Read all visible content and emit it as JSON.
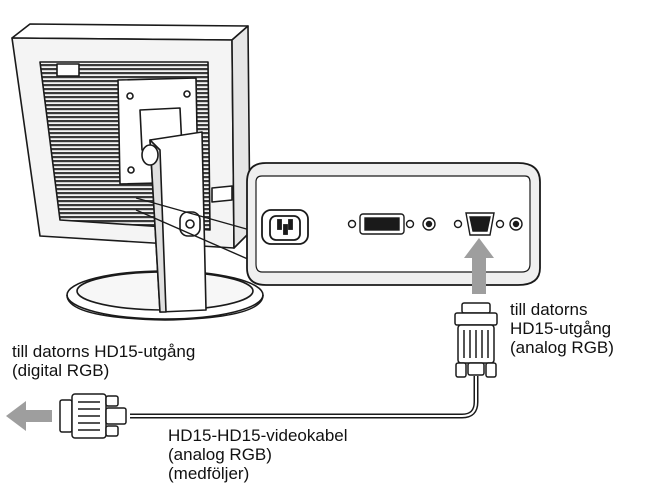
{
  "labels": {
    "right_connector": [
      "till datorns",
      "HD15-utgång",
      "(analog RGB)"
    ],
    "left_connector": [
      "till datorns HD15-utgång",
      "(digital RGB)"
    ],
    "cable": [
      "HD15-HD15-videokabel",
      "(analog RGB)",
      "(medföljer)"
    ]
  },
  "colors": {
    "line": "#1a1a1a",
    "monitor_fill": "#f4f4f4",
    "vent_fill": "#3a3a3a",
    "panel_fill": "#efefef",
    "arrow_fill": "#9e9e9e"
  },
  "icons": [
    "monitor-rear-icon",
    "power-socket-icon",
    "dvi-port-icon",
    "hd15-port-icon",
    "hd15-plug-icon",
    "arrow-up-icon",
    "arrow-left-icon"
  ]
}
